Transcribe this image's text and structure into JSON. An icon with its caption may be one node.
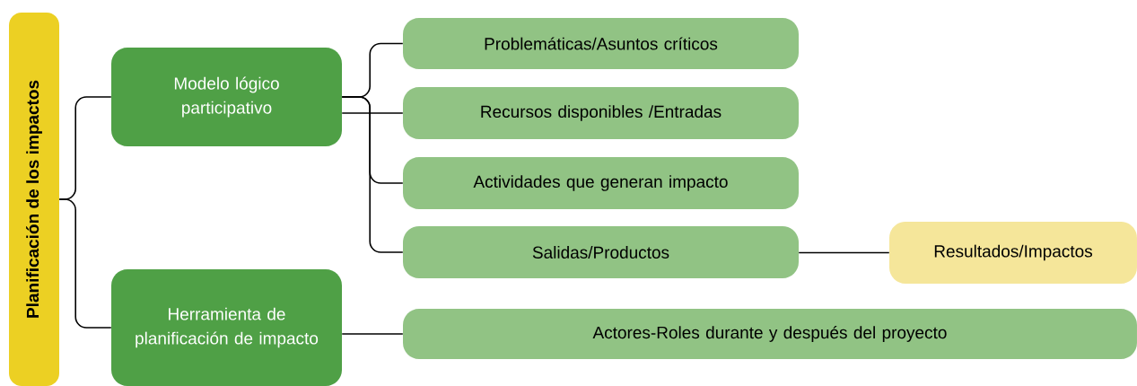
{
  "diagram": {
    "nodes": [
      {
        "text": [
          "Planificación de los impactos"
        ]
      },
      {
        "text": [
          "Modelo lógico participativo"
        ]
      },
      {
        "text": [
          "Herramienta de planificación de impacto"
        ]
      },
      {
        "text": [
          "Problemáticas/Asuntos críticos"
        ]
      },
      {
        "text": [
          "Recursos disponibles /Entradas"
        ]
      },
      {
        "text": [
          "Actividades que generan impacto"
        ]
      },
      {
        "text": [
          "Salidas/Productos"
        ]
      },
      {
        "text": [
          "Resultados/Impactos"
        ]
      },
      {
        "text": [
          "Actores-Roles durante y después del proyecto"
        ]
      }
    ],
    "edges": [
      {
        "from": 0,
        "to": 1,
        "arrow": "none"
      },
      {
        "from": 0,
        "to": 2,
        "arrow": "none"
      },
      {
        "from": 1,
        "to": 3,
        "arrow": "none"
      },
      {
        "from": 1,
        "to": 4,
        "arrow": "none"
      },
      {
        "from": 1,
        "to": 5,
        "arrow": "none"
      },
      {
        "from": 1,
        "to": 6,
        "arrow": "none"
      },
      {
        "from": 6,
        "to": 7,
        "arrow": "none"
      },
      {
        "from": 2,
        "to": 8,
        "arrow": "none"
      }
    ]
  }
}
